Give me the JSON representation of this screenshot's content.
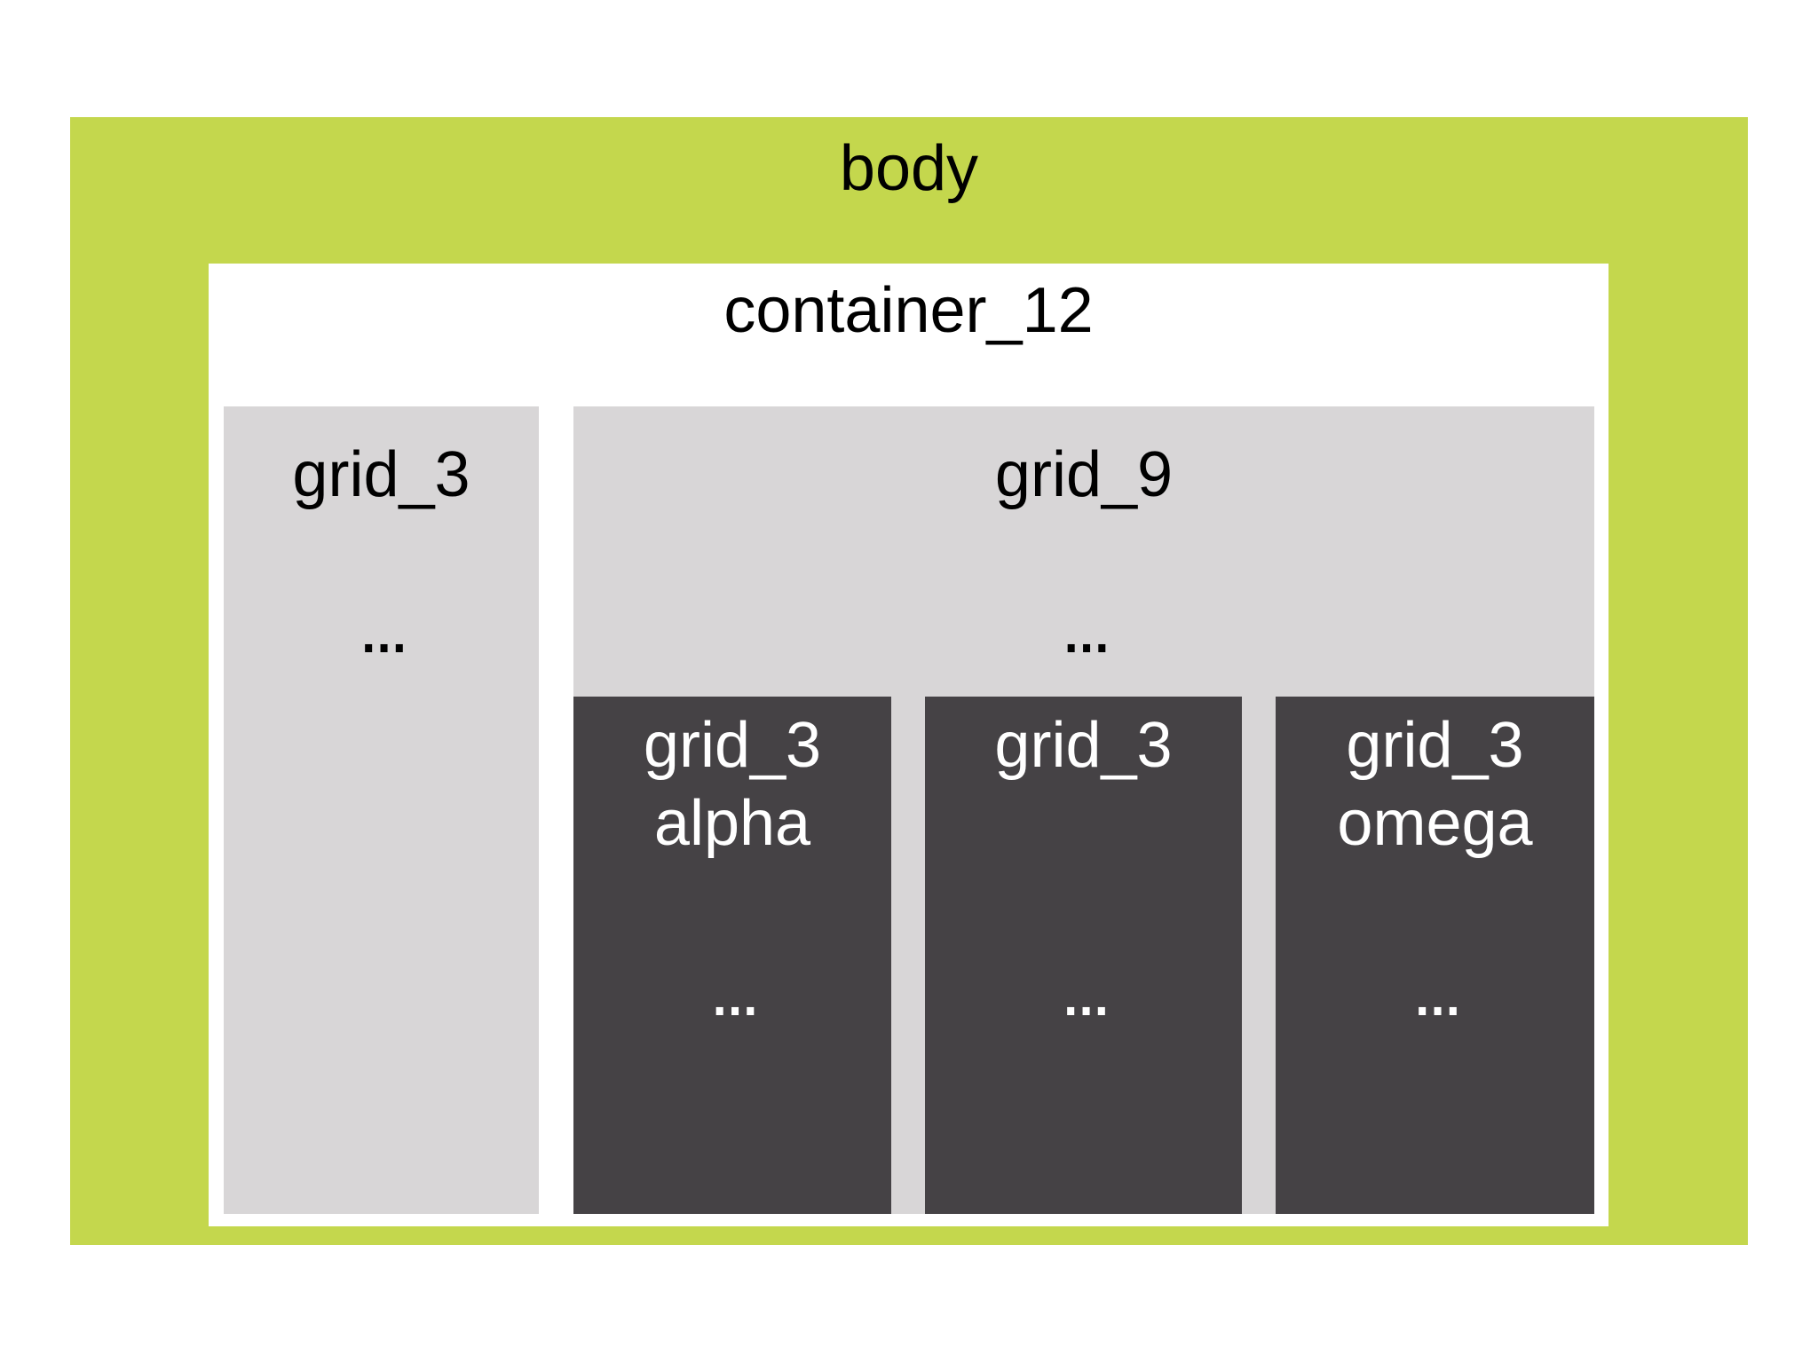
{
  "colors": {
    "page_background": "#ffffff",
    "body_green": "#c4d74d",
    "container_white": "#ffffff",
    "grid_light_gray": "#d8d6d7",
    "grid_dark_gray": "#454245",
    "text_dark": "#000000",
    "text_light": "#ffffff"
  },
  "diagram": {
    "body": {
      "label": "body"
    },
    "container": {
      "label": "container_12"
    },
    "grid3": {
      "label": "grid_3",
      "ellipsis": "..."
    },
    "grid9": {
      "label": "grid_9",
      "ellipsis": "...",
      "children": [
        {
          "label": "grid_3",
          "sublabel": "alpha",
          "ellipsis": "..."
        },
        {
          "label": "grid_3",
          "sublabel": "",
          "ellipsis": "..."
        },
        {
          "label": "grid_3",
          "sublabel": "omega",
          "ellipsis": "..."
        }
      ]
    }
  }
}
